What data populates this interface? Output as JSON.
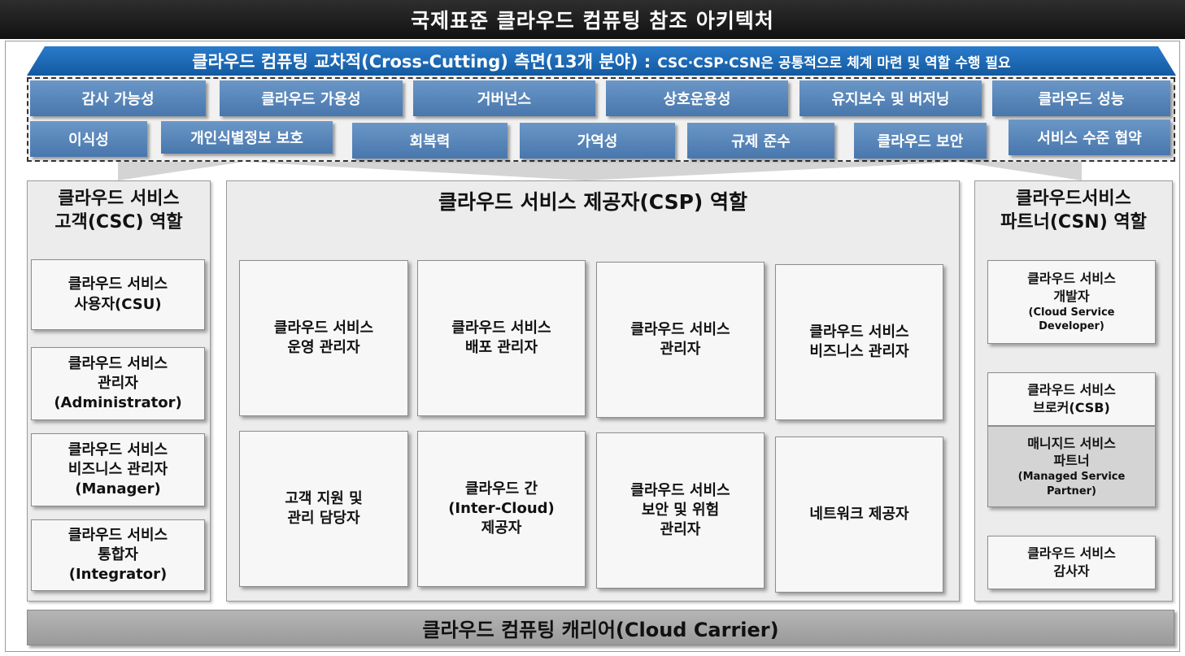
{
  "title": "국제표준 클라우드 컴퓨팅 참조 아키텍처",
  "cross_cutting": {
    "header": "클라우드 컴퓨팅 교차적(Cross-Cutting) 측면(13개 분야) :",
    "header_note": "CSC·CSP·CSN은 공통적으로 체계 마련 및 역할 수행 필요",
    "row1": [
      "감사 가능성",
      "클라우드 가용성",
      "거버넌스",
      "상호운용성",
      "유지보수 및 버저닝",
      "클라우드 성능"
    ],
    "row2": [
      "이식성",
      "개인식별정보 보호",
      "회복력",
      "가역성",
      "규제 준수",
      "클라우드 보안",
      "서비스 수준 협약"
    ]
  },
  "csc": {
    "title_line1": "클라우드 서비스",
    "title_line2": "고객(CSC) 역할",
    "roles": [
      {
        "l1": "클라우드 서비스",
        "l2": "사용자(CSU)",
        "l3": ""
      },
      {
        "l1": "클라우드 서비스",
        "l2": "관리자",
        "l3": "(Administrator)"
      },
      {
        "l1": "클라우드 서비스",
        "l2": "비즈니스 관리자",
        "l3": "(Manager)"
      },
      {
        "l1": "클라우드 서비스",
        "l2": "통합자",
        "l3": "(Integrator)"
      }
    ]
  },
  "csp": {
    "title": "클라우드 서비스 제공자(CSP) 역할",
    "roles": [
      {
        "l1": "클라우드 서비스",
        "l2": "운영 관리자",
        "l3": ""
      },
      {
        "l1": "클라우드 서비스",
        "l2": "배포 관리자",
        "l3": ""
      },
      {
        "l1": "클라우드 서비스",
        "l2": "관리자",
        "l3": ""
      },
      {
        "l1": "클라우드 서비스",
        "l2": "비즈니스 관리자",
        "l3": ""
      },
      {
        "l1": "고객 지원 및",
        "l2": "관리 담당자",
        "l3": ""
      },
      {
        "l1": "클라우드 간",
        "l2": "(Inter-Cloud)",
        "l3": "제공자"
      },
      {
        "l1": "클라우드 서비스",
        "l2": "보안 및 위험",
        "l3": "관리자"
      },
      {
        "l1": "네트워크 제공자",
        "l2": "",
        "l3": ""
      }
    ]
  },
  "csn": {
    "title_line1": "클라우드서비스",
    "title_line2": "파트너(CSN) 역할",
    "roles": [
      {
        "l1": "클라우드 서비스",
        "l2": "개발자",
        "l3": "(Cloud Service",
        "l4": "Developer)"
      },
      {
        "l1": "클라우드 서비스",
        "l2": "브로커(CSB)",
        "l3": "",
        "l4": ""
      },
      {
        "l1": "매니지드 서비스",
        "l2": "파트너",
        "l3": "(Managed Service",
        "l4": "Partner)"
      },
      {
        "l1": "클라우드 서비스",
        "l2": "감사자",
        "l3": "",
        "l4": ""
      }
    ]
  },
  "carrier": "클라우드 컴퓨팅 캐리어(Cloud Carrier)",
  "colors": {
    "tile_blue": "#5a87bb",
    "header_blue": "#1c6bb8",
    "panel_gray": "#ececec",
    "carrier_gray": "#a6a6a6"
  }
}
